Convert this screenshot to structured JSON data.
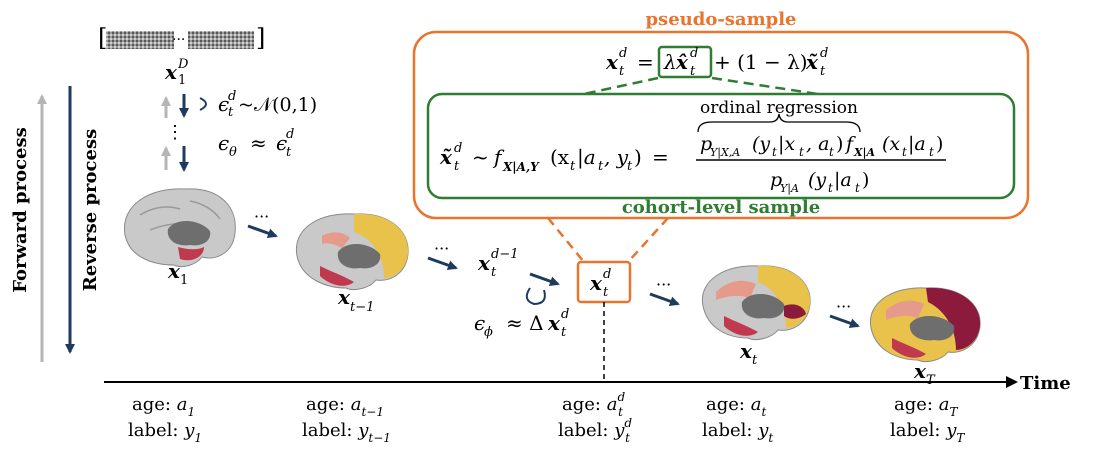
{
  "axes": {
    "forward_label": "Forward process",
    "reverse_label": "Reverse process",
    "time_label": "Time"
  },
  "pseudo_box": {
    "title": "pseudo-sample",
    "equation": "x_t^d = λ x̂_t^d + (1 − λ) x̃_t^d",
    "eq_lhs": "x",
    "eq_lhs_sup": "d",
    "eq_lhs_sub": "t",
    "eq_equals": "=",
    "eq_lambda": "λ",
    "eq_hat_x": "x̂",
    "eq_rest": "+ (1 − λ)",
    "eq_tilde_x": "x̃",
    "eq_d": "d",
    "eq_t": "t"
  },
  "cohort_box": {
    "title": "cohort-level sample",
    "brace_label": "ordinal regression",
    "lhs": "x̃",
    "lhs_sup": "d",
    "lhs_sub": "t",
    "sim": "~",
    "f_density": "f",
    "f_sub": "X|A,Y",
    "f_args": "(x",
    "f_args_sub": "t",
    "f_args_rest": "|a",
    "f_args_rest_sub": "t",
    "f_args_tail": ", y",
    "f_args_tail_sub": "t",
    "f_args_close": ")",
    "eq": "=",
    "numerator_p": "p",
    "numerator_p_sub": "Y|X,A",
    "numerator_p_args": "(y",
    "numerator_p_args_sub": "t",
    "numerator_p_args_mid": "|x",
    "numerator_p_args_mid_sub": "t",
    "numerator_p_args_tail": ", a",
    "numerator_p_args_tail_sub": "t",
    "numerator_p_close": ")",
    "numerator_f": "f",
    "numerator_f_sub": "X|A",
    "numerator_f_args": "(x",
    "numerator_f_args_sub": "t",
    "numerator_f_args_mid": "|a",
    "numerator_f_args_mid_sub": "t",
    "numerator_f_close": ")",
    "denominator_p": "p",
    "denominator_p_sub": "Y|A",
    "denominator_p_args": "(y",
    "denominator_p_args_sub": "t",
    "denominator_p_args_mid": "|a",
    "denominator_p_args_mid_sub": "t",
    "denominator_p_close": ")"
  },
  "noise": {
    "x1D": "x",
    "x1D_sup": "D",
    "x1D_sub": "1",
    "eps_t": "ϵ",
    "eps_t_sup": "d",
    "eps_t_sub": "t",
    "eps_dist": "~𝒩(0,1)",
    "eps_theta": "ϵ",
    "eps_theta_sub": "θ",
    "approx": "≈",
    "eps_theta_rhs": "ϵ",
    "eps_theta_rhs_sup": "d",
    "eps_theta_rhs_sub": "t",
    "vdots": "⋮",
    "dots": "···"
  },
  "nodes": {
    "x1": "x",
    "x1_sub": "1",
    "xt1": "x",
    "xt1_sub": "t−1",
    "xtd1": "x",
    "xtd1_sup": "d−1",
    "xtd1_sub": "t",
    "eps_phi": "ϵ",
    "eps_phi_sub": "ϕ",
    "eps_phi_approx": "≈ Δ",
    "eps_phi_x": "x",
    "eps_phi_x_sup": "d",
    "eps_phi_x_sub": "t",
    "xtd": "x",
    "xtd_sup": "d",
    "xtd_sub": "t",
    "xt": "x",
    "xt_sub": "t",
    "xT": "x",
    "xT_sub": "T",
    "ellipsis": "···"
  },
  "timepoints": [
    {
      "age": "age: ",
      "age_var": "a",
      "age_sub": "1",
      "age_sup": "",
      "label": "label: ",
      "label_var": "y",
      "label_sub": "1",
      "label_sup": ""
    },
    {
      "age": "age: ",
      "age_var": "a",
      "age_sub": "t−1",
      "age_sup": "",
      "label": "label: ",
      "label_var": "y",
      "label_sub": "t−1",
      "label_sup": ""
    },
    {
      "age": "age: ",
      "age_var": "a",
      "age_sub": "t",
      "age_sup": "d",
      "label": "label: ",
      "label_var": "y",
      "label_sub": "t",
      "label_sup": "d"
    },
    {
      "age": "age: ",
      "age_var": "a",
      "age_sub": "t",
      "age_sup": "",
      "label": "label: ",
      "label_var": "y",
      "label_sub": "t",
      "label_sup": ""
    },
    {
      "age": "age: ",
      "age_var": "a",
      "age_sub": "T",
      "age_sup": "",
      "label": "label: ",
      "label_var": "y",
      "label_sub": "T",
      "label_sup": ""
    }
  ],
  "colors": {
    "orange": "#E8742E",
    "green": "#2E7D32",
    "navy": "#1F3A5F",
    "gray_arrow": "#B5B5B5",
    "brain_gray": "#C9C9C9",
    "brain_dark": "#6E6E6E",
    "tint_red": "#C0394F",
    "tint_yellow": "#E8C24A",
    "tint_pink": "#E69A8C",
    "tint_maroon": "#8B1A3C"
  }
}
